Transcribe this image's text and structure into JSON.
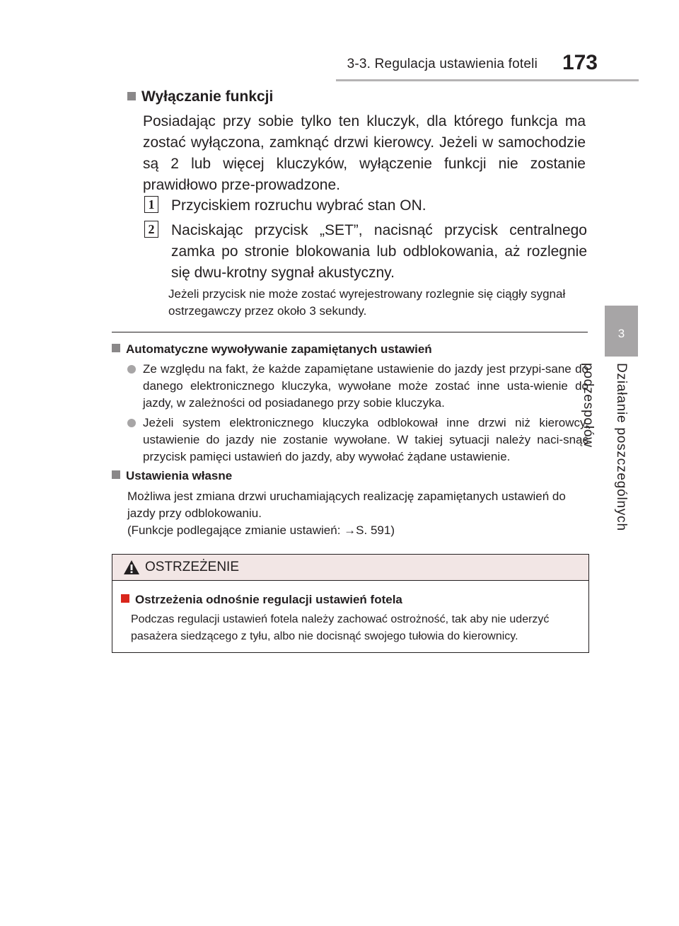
{
  "header": {
    "title": "3-3. Regulacja ustawienia foteli",
    "page_number": "173"
  },
  "side": {
    "chapter_number": "3",
    "chapter_title": "Działanie poszczególnych podzespołów"
  },
  "section1": {
    "heading": "Wyłączanie funkcji",
    "paragraph": "Posiadając przy sobie tylko ten kluczyk, dla którego funkcja ma zostać wyłączona, zamknąć drzwi kierowcy. Jeżeli w samochodzie są 2 lub więcej kluczyków, wyłączenie funkcji nie zostanie prawidłowo prze-prowadzone.",
    "steps": [
      {
        "num": "1",
        "text": "Przyciskiem rozruchu wybrać stan ON."
      },
      {
        "num": "2",
        "text": "Naciskając przycisk „SET”, nacisnąć przycisk centralnego zamka po stronie blokowania lub odblokowania, aż rozlegnie się dwu-krotny sygnał akustyczny."
      }
    ],
    "note": "Jeżeli przycisk nie może zostać wyrejestrowany rozlegnie się ciągły sygnał ostrzegawczy przez około 3 sekundy."
  },
  "section2": {
    "heading": "Automatyczne wywoływanie zapamiętanych ustawień",
    "bullets": [
      "Ze względu na fakt, że każde zapamiętane ustawienie do jazdy jest przypi-sane do danego elektronicznego kluczyka, wywołane może zostać inne usta-wienie do jazdy, w zależności od posiadanego przy sobie kluczyka.",
      "Jeżeli system elektronicznego kluczyka odblokował inne drzwi niż kierowcy, ustawienie do jazdy nie zostanie wywołane. W takiej sytuacji należy naci-snąć przycisk pamięci ustawień do jazdy, aby wywołać żądane ustawienie."
    ]
  },
  "section3": {
    "heading": "Ustawienia własne",
    "line1": "Możliwa jest zmiana drzwi uruchamiających realizację zapamiętanych ustawień do jazdy przy odblokowaniu.",
    "line2": "(Funkcje podlegające zmianie ustawień: →S. 591)"
  },
  "warning": {
    "title": "OSTRZEŻENIE",
    "subheading": "Ostrzeżenia odnośnie regulacji ustawień fotela",
    "text": "Podczas regulacji ustawień fotela należy zachować ostrożność, tak aby nie uderzyć pasażera siedzącego z tyłu, albo nie docisnąć swojego tułowia do kierownicy."
  },
  "icons": {
    "warning": "warning-triangle-icon",
    "section_marker": "square-bullet-icon",
    "list_marker": "circle-bullet-icon"
  },
  "colors": {
    "warning_header_bg": "#f2e6e5",
    "warning_marker": "#d9261c",
    "side_tab": "#a7a5a6"
  }
}
